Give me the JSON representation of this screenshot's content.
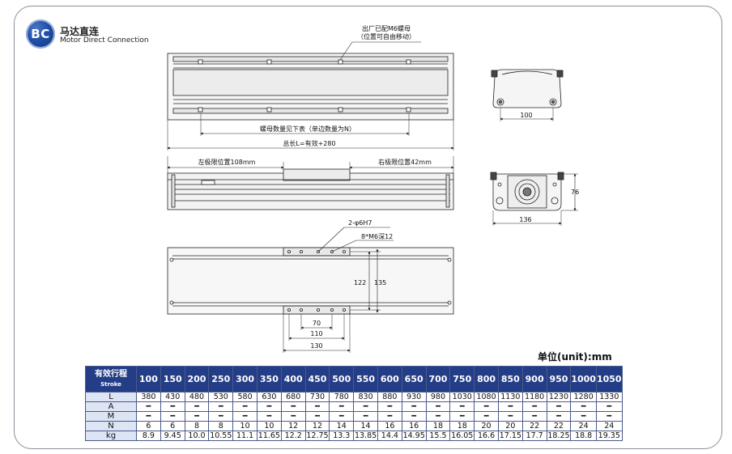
{
  "brand": {
    "logo_text": "BC",
    "name_cn": "马达直连",
    "name_en": "Motor Direct Connection"
  },
  "drawing": {
    "top_view": {
      "nut_note_line1": "出厂已配M6螺母",
      "nut_note_line2": "（位置可自由移动）",
      "nut_count_note": "螺母数量见下表（单边数量为N）",
      "total_length_note": "总长L=有效+280"
    },
    "side_view": {
      "left_limit": "左极限位置108mm",
      "right_limit": "右极限位置42mm"
    },
    "bottom_view": {
      "pin_hole": "2-φ6H7",
      "tapped_hole": "8*M6深12",
      "dim_122": "122",
      "dim_135": "135",
      "dim_70": "70",
      "dim_110": "110",
      "dim_130": "130"
    },
    "end_view_top": {
      "dim_100": "100"
    },
    "end_view_motor": {
      "dim_136": "136",
      "dim_76": "76"
    }
  },
  "table": {
    "unit_label": "单位(unit):mm",
    "stroke_label_cn": "有效行程",
    "stroke_label_en": "Stroke",
    "strokes": [
      "100",
      "150",
      "200",
      "250",
      "300",
      "350",
      "400",
      "450",
      "500",
      "550",
      "600",
      "650",
      "700",
      "750",
      "800",
      "850",
      "900",
      "950",
      "1000",
      "1050"
    ],
    "rows": [
      {
        "label": "L",
        "values": [
          "380",
          "430",
          "480",
          "530",
          "580",
          "630",
          "680",
          "730",
          "780",
          "830",
          "880",
          "930",
          "980",
          "1030",
          "1080",
          "1130",
          "1180",
          "1230",
          "1280",
          "1330"
        ]
      },
      {
        "label": "A",
        "values": [
          "━",
          "━",
          "━",
          "━",
          "━",
          "━",
          "━",
          "━",
          "━",
          "━",
          "━",
          "━",
          "━",
          "━",
          "━",
          "━",
          "━",
          "━",
          "━",
          "━"
        ]
      },
      {
        "label": "M",
        "values": [
          "━",
          "━",
          "━",
          "━",
          "━",
          "━",
          "━",
          "━",
          "━",
          "━",
          "━",
          "━",
          "━",
          "━",
          "━",
          "━",
          "━",
          "━",
          "━",
          "━"
        ]
      },
      {
        "label": "N",
        "values": [
          "6",
          "6",
          "8",
          "8",
          "10",
          "10",
          "12",
          "12",
          "14",
          "14",
          "16",
          "16",
          "18",
          "18",
          "20",
          "20",
          "22",
          "22",
          "24",
          "24"
        ]
      },
      {
        "label": "kg",
        "values": [
          "8.9",
          "9.45",
          "10.0",
          "10.55",
          "11.1",
          "11.65",
          "12.2",
          "12.75",
          "13.3",
          "13.85",
          "14.4",
          "14.95",
          "15.5",
          "16.05",
          "16.6",
          "17.15",
          "17.7",
          "18.25",
          "18.8",
          "19.35"
        ]
      }
    ]
  }
}
